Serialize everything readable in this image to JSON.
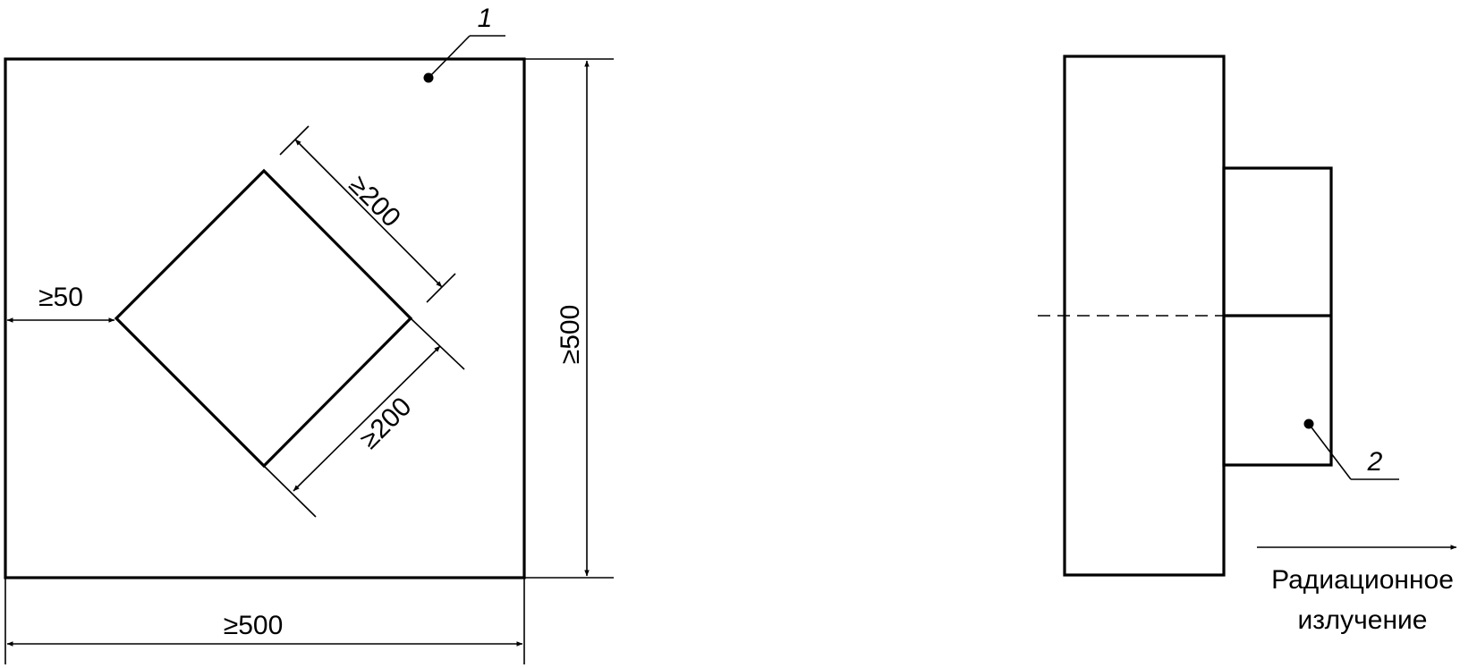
{
  "dimensions": {
    "width_label": "≥500",
    "height_label": "≥500",
    "edge_gap_label": "≥50",
    "diamond_side_upper_label": "≥200",
    "diamond_side_lower_label": "≥200"
  },
  "callouts": {
    "plate_number": "1",
    "specimen_number": "2"
  },
  "radiation": {
    "line1": "Радиационное",
    "line2": "излучение"
  }
}
